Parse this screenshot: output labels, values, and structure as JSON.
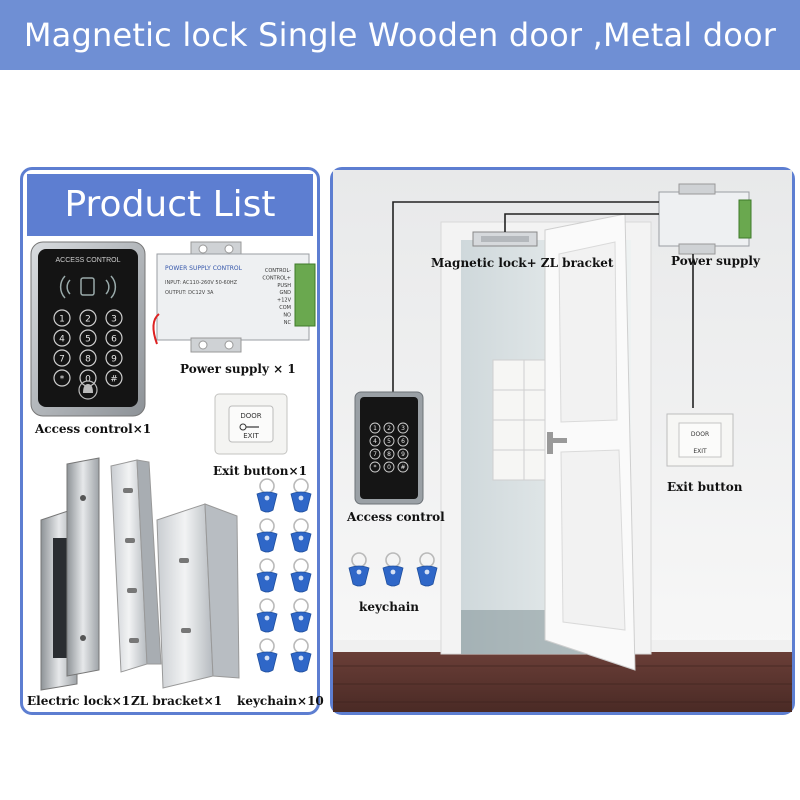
{
  "banner": {
    "title": "Magnetic lock Single Wooden door ,Metal door"
  },
  "product_list": {
    "title": "Product List",
    "items": {
      "access_control": "Access control×1",
      "power_supply": "Power supply × 1",
      "exit_button": "Exit button×1",
      "electric_lock": "Electric lock×1",
      "zl_bracket": "ZL bracket×1",
      "keychain": "keychain×10"
    },
    "keypad": {
      "header": "ACCESS CONTROL",
      "keys": [
        "1",
        "2",
        "3",
        "4",
        "5",
        "6",
        "7",
        "8",
        "9",
        "*",
        "0",
        "#"
      ]
    },
    "power_box": {
      "label": "POWER SUPPLY CONTROL",
      "input": "INPUT: AC110-260V 50-60HZ",
      "output": "OUTPUT: DC12V 3A",
      "terminals": [
        "CONTROL-",
        "CONTROL+",
        "PUSH",
        "GND",
        "+12V",
        "COM",
        "NO",
        "NC"
      ]
    },
    "exit_plate": {
      "line1": "DOOR",
      "line2": "EXIT"
    }
  },
  "diagram": {
    "labels": {
      "magnetic_lock": "Magnetic lock+ ZL bracket",
      "power_supply": "Power supply",
      "exit_button": "Exit button",
      "access_control": "Access control",
      "keychain": "keychain"
    }
  },
  "colors": {
    "banner": "#6f8fd4",
    "panel_border": "#5d7ed1",
    "fob_blue": "#2f67c8"
  }
}
